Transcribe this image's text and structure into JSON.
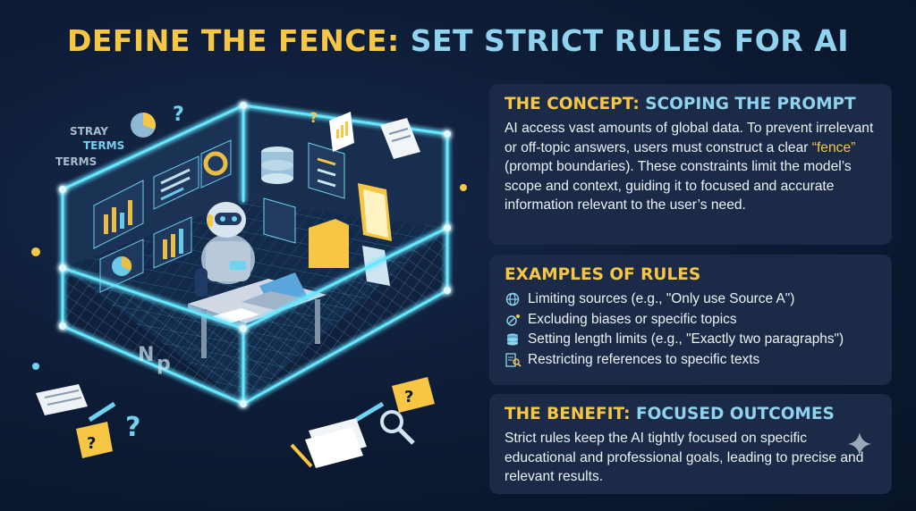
{
  "title": {
    "part1": "DEFINE THE FENCE:",
    "part2": "SET STRICT RULES FOR AI"
  },
  "stray_terms": [
    "STRAY",
    "TERMS",
    "TERMS"
  ],
  "concept": {
    "heading_part1": "THE CONCEPT:",
    "heading_part2": "SCOPING THE PROMPT",
    "text_before": "AI access vast amounts of global data. To prevent irrelevant or off-topic answers, users must construct a clear ",
    "text_highlight": "“fence”",
    "text_after": " (prompt boundaries). These constraints limit the model’s scope and context, guiding it to focused and accurate information relevant to the user’s need."
  },
  "examples": {
    "heading": "EXAMPLES OF RULES",
    "items": [
      {
        "icon": "globe-icon",
        "label": "Limiting sources (e.g., \"Only use Source A\")"
      },
      {
        "icon": "bias-filter-icon",
        "label": "Excluding biases or specific topics"
      },
      {
        "icon": "stack-icon",
        "label": "Setting length limits (e.g., \"Exactly two paragraphs\")"
      },
      {
        "icon": "document-search-icon",
        "label": "Restricting references to specific texts"
      }
    ]
  },
  "benefit": {
    "heading_part1": "THE BENEFIT:",
    "heading_part2": "FOCUSED OUTCOMES",
    "text": "Strict rules keep the AI tightly focused on specific educational and professional goals, leading to precise and relevant results."
  },
  "colors": {
    "accent_yellow": "#f6c644",
    "accent_cyan": "#8fd3ef",
    "neon": "#66e6ff",
    "panel": "#1a2a47",
    "background": "#0c1a33"
  }
}
